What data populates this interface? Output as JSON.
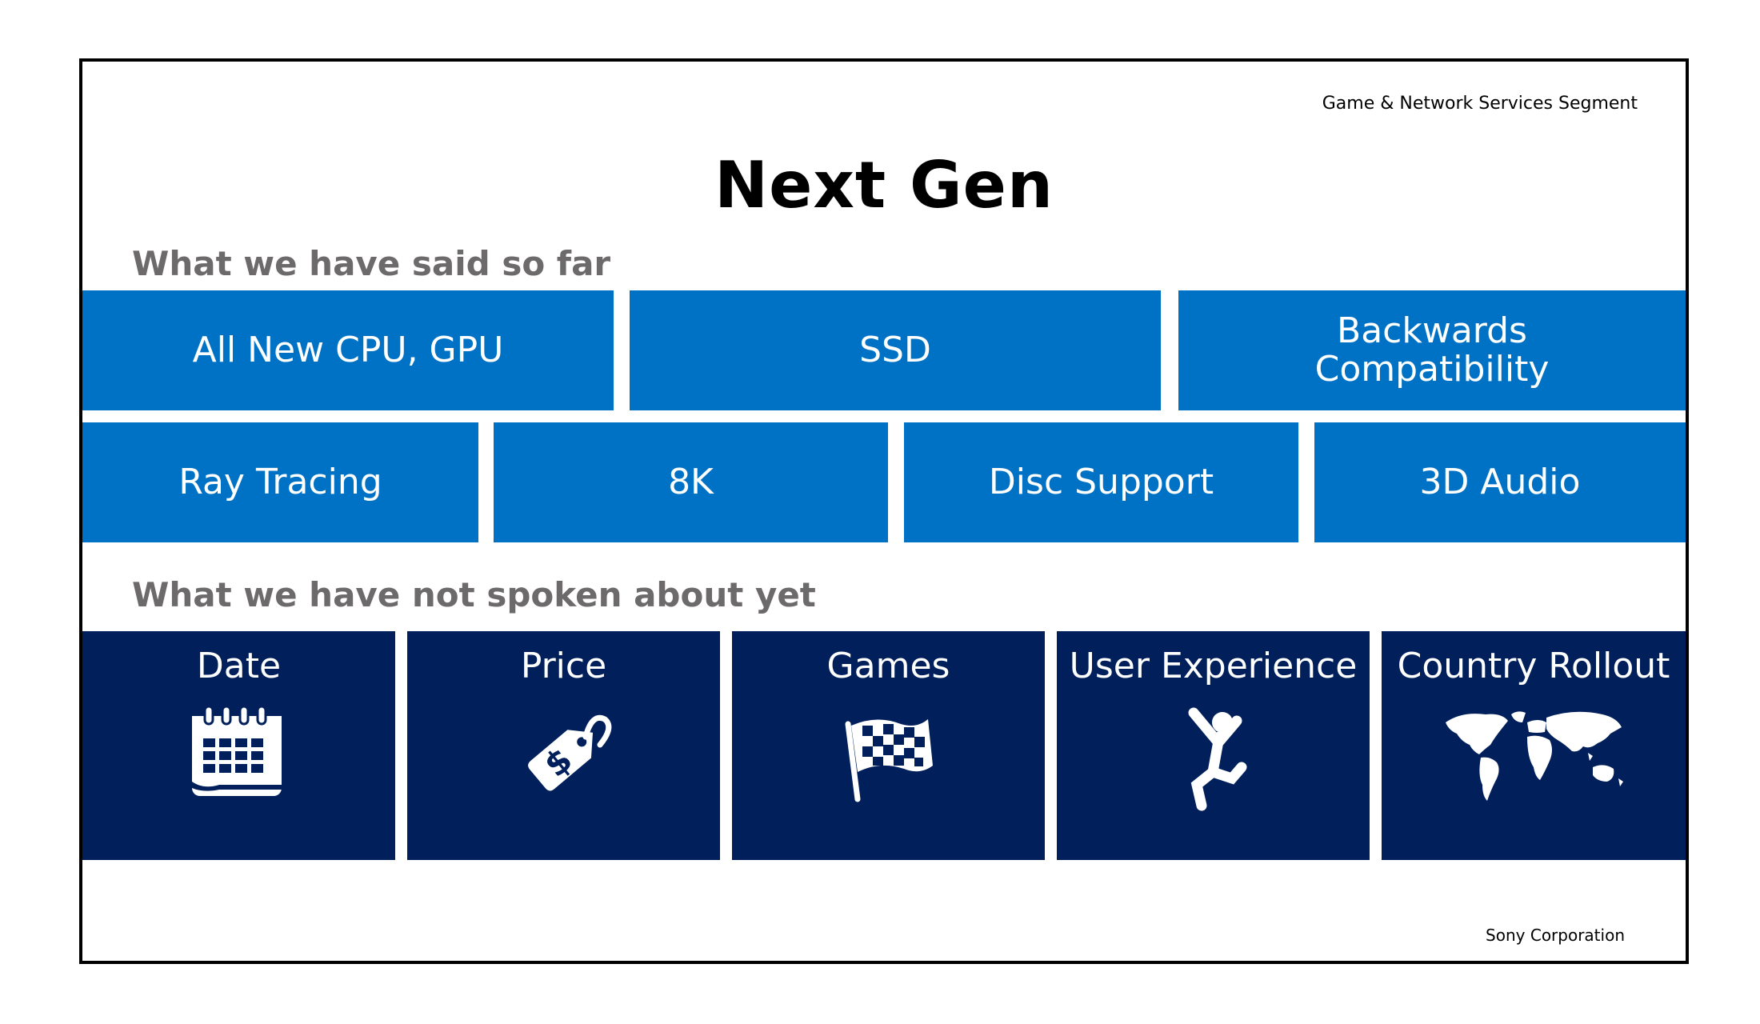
{
  "segment": "Game & Network Services Segment",
  "title": "Next Gen",
  "said": {
    "heading": "What we have said so far",
    "row1": [
      "All New CPU, GPU",
      "SSD",
      "Backwards Compatibility"
    ],
    "row2": [
      "Ray Tracing",
      "8K",
      "Disc Support",
      "3D Audio"
    ]
  },
  "not_said": {
    "heading": "What we have not spoken about yet",
    "items": [
      {
        "label": "Date",
        "icon": "calendar-icon"
      },
      {
        "label": "Price",
        "icon": "price-tag-icon"
      },
      {
        "label": "Games",
        "icon": "checkered-flag-icon"
      },
      {
        "label": "User Experience",
        "icon": "jumping-person-icon"
      },
      {
        "label": "Country Rollout",
        "icon": "world-map-icon"
      }
    ]
  },
  "footer": "Sony Corporation",
  "colors": {
    "light_blue": "#0072c6",
    "dark_navy": "#001f5b",
    "heading_gray": "#6d6a6b"
  }
}
